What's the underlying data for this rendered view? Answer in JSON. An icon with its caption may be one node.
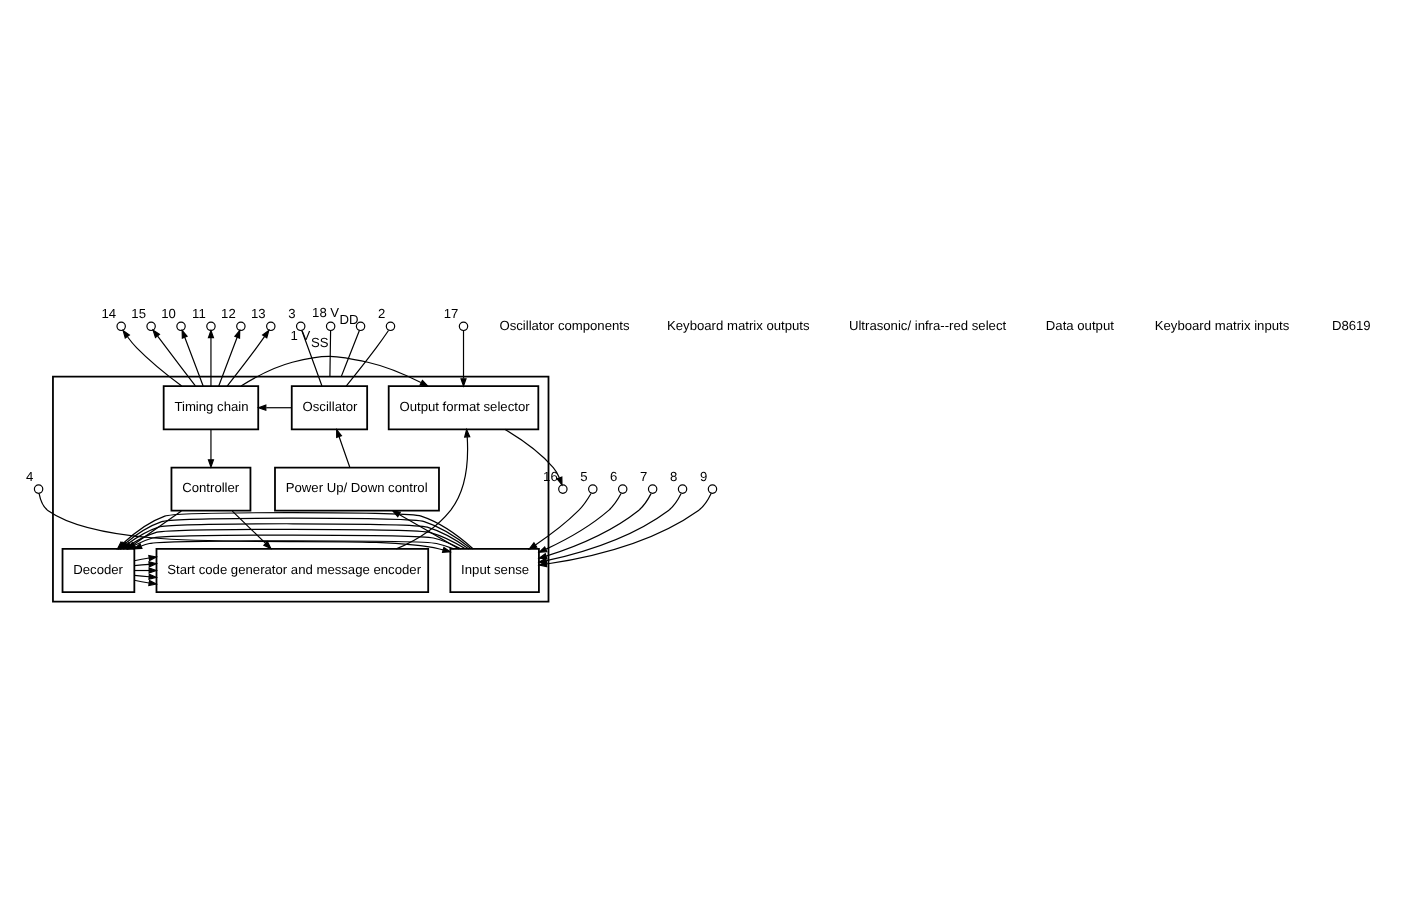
{
  "diagram": {
    "nodes": [
      {
        "text": [],
        "shape": "box"
      },
      {
        "text": [
          "Oscillator"
        ],
        "in": 0
      },
      {
        "text": [
          "Timing chain"
        ],
        "in": 0
      },
      {
        "text": [
          "Output format selector"
        ],
        "in": 0
      },
      {
        "text": [
          "Power Up/ Down control"
        ],
        "in": 0
      },
      {
        "text": [
          "Controller"
        ],
        "in": 0
      },
      {
        "text": [
          "Input sense"
        ],
        "in": 0
      },
      {
        "text": [
          "Decoder"
        ],
        "in": 0
      },
      {
        "text": [
          "Start code generator and message encoder"
        ],
        "in": 0
      },
      {
        "text": [],
        "shape": "circle",
        "beside": [
          "2"
        ]
      },
      {
        "text": [],
        "shape": "circle",
        "beside": [
          "3"
        ]
      },
      {
        "text": [],
        "shape": "circle",
        "beside": [
          "10"
        ]
      },
      {
        "text": [],
        "shape": "circle",
        "beside": [
          "11"
        ]
      },
      {
        "text": [],
        "shape": "circle",
        "beside": [
          "12"
        ]
      },
      {
        "text": [],
        "shape": "circle",
        "beside": [
          "13"
        ]
      },
      {
        "text": [],
        "shape": "circle",
        "beside": [
          "14"
        ]
      },
      {
        "text": [],
        "shape": "circle",
        "beside": [
          "15"
        ]
      },
      {
        "text": [],
        "shape": "circle",
        "beside": [
          "17"
        ]
      },
      {
        "text": [],
        "shape": "circle",
        "beside": [
          "16"
        ]
      },
      {
        "text": [],
        "shape": "circle",
        "beside": [
          "1",
          "V$_{SS}$"
        ]
      },
      {
        "text": [],
        "shape": "circle",
        "beside": [
          "18",
          "V$_{DD}$"
        ]
      },
      {
        "text": [],
        "shape": "circle",
        "beside": [
          "4"
        ]
      },
      {
        "text": [],
        "shape": "circle",
        "beside": [
          "5"
        ]
      },
      {
        "text": [],
        "shape": "circle",
        "beside": [
          "6"
        ]
      },
      {
        "text": [],
        "shape": "circle",
        "beside": [
          "7"
        ]
      },
      {
        "text": [],
        "shape": "circle",
        "beside": [
          "8"
        ]
      },
      {
        "text": [],
        "shape": "circle",
        "beside": [
          "9"
        ]
      }
    ],
    "edges": [
      {
        "from": 9,
        "to": 1,
        "arrow": "none"
      },
      {
        "from": 10,
        "to": 1,
        "arrow": "none"
      },
      {
        "from": 1,
        "to": 2,
        "arrow": "to"
      },
      {
        "from": 2,
        "to": 11,
        "arrow": "to"
      },
      {
        "from": 2,
        "to": 12,
        "arrow": "to"
      },
      {
        "from": 2,
        "to": 13,
        "arrow": "to"
      },
      {
        "from": 2,
        "to": 14,
        "arrow": "to"
      },
      {
        "from": 2,
        "to": 15,
        "arrow": "to"
      },
      {
        "from": 2,
        "to": 16,
        "arrow": "to"
      },
      {
        "from": 17,
        "to": 3,
        "arrow": "to"
      },
      {
        "from": 2,
        "to": 3,
        "arrow": "to"
      },
      {
        "from": 3,
        "to": 18,
        "arrow": "to"
      },
      {
        "from": 19,
        "to": 0,
        "arrow": "none"
      },
      {
        "from": 20,
        "to": 0,
        "arrow": "none"
      },
      {
        "from": 4,
        "to": 1,
        "arrow": "to"
      },
      {
        "from": 2,
        "to": 5,
        "arrow": "to"
      },
      {
        "from": 5,
        "to": 7,
        "arrow": "to"
      },
      {
        "from": 5,
        "to": 8,
        "arrow": "to"
      },
      {
        "from": 6,
        "to": 4,
        "arrow": "to"
      },
      {
        "from": 21,
        "to": 6,
        "arrow": "to"
      },
      {
        "from": 22,
        "to": 6,
        "arrow": "to"
      },
      {
        "from": 23,
        "to": 6,
        "arrow": "to"
      },
      {
        "from": 24,
        "to": 6,
        "arrow": "to"
      },
      {
        "from": 25,
        "to": 6,
        "arrow": "to"
      },
      {
        "from": 26,
        "to": 6,
        "arrow": "to"
      },
      {
        "from": 6,
        "to": 7,
        "arrow": "to"
      },
      {
        "from": 6,
        "to": 7,
        "arrow": "to"
      },
      {
        "from": 6,
        "to": 7,
        "arrow": "to"
      },
      {
        "from": 6,
        "to": 7,
        "arrow": "to"
      },
      {
        "from": 6,
        "to": 7,
        "arrow": "to"
      },
      {
        "from": 6,
        "to": 7,
        "arrow": "to"
      },
      {
        "from": 7,
        "to": 8,
        "arrow": "to"
      },
      {
        "from": 7,
        "to": 8,
        "arrow": "to"
      },
      {
        "from": 7,
        "to": 8,
        "arrow": "to"
      },
      {
        "from": 7,
        "to": 8,
        "arrow": "to"
      },
      {
        "from": 7,
        "to": 8,
        "arrow": "to"
      },
      {
        "from": 8,
        "to": 3,
        "arrow": "to"
      }
    ],
    "labels": [
      "Oscillator components",
      "Keyboard matrix outputs",
      "Ultrasonic/ infra--red select",
      "Data output",
      "Keyboard matrix inputs",
      "D8619"
    ]
  }
}
